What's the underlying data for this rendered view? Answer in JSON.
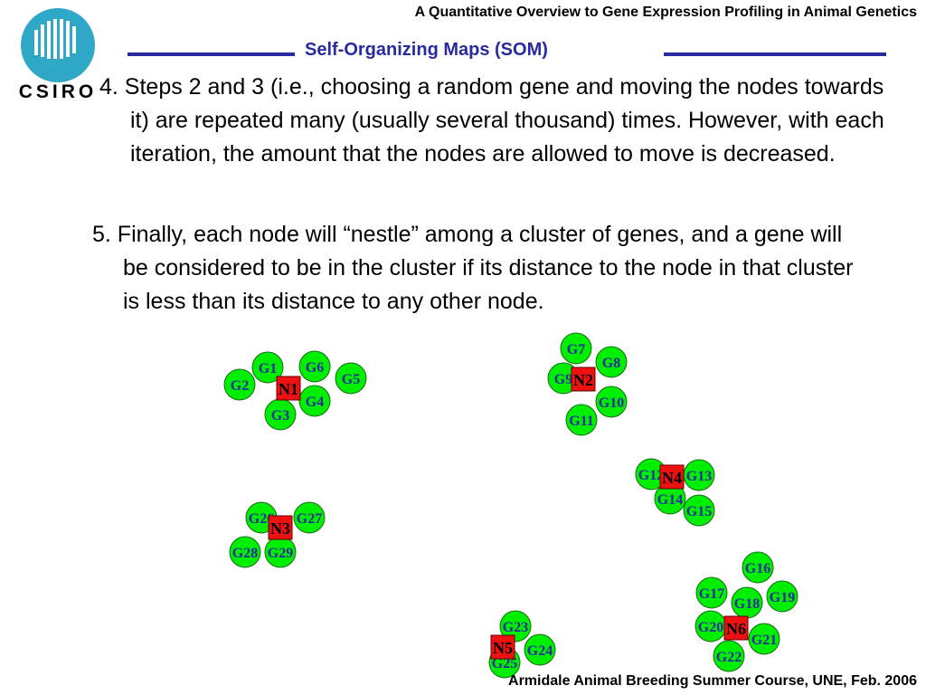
{
  "header": {
    "title": "A Quantitative Overview to Gene Expression Profiling in Animal Genetics"
  },
  "logo": {
    "text": "CSIRO"
  },
  "section": {
    "title": "Self-Organizing Maps (SOM)"
  },
  "paragraphs": [
    "4. Steps 2 and 3 (i.e., choosing a random gene and moving the nodes towards it) are repeated many (usually several thousand) times. However, with each iteration, the amount that the nodes are allowed to move is decreased.",
    "5. Finally, each node will “nestle” among a cluster of genes, and a gene will be considered to be in the cluster if its distance to the node in that cluster is less than its distance to any other node."
  ],
  "footer": {
    "text": "Armidale Animal Breeding Summer Course, UNE, Feb. 2006"
  },
  "colors": {
    "accent": "#2a2aa0",
    "gene_fill": "#00ee00",
    "node_fill": "#ee1111",
    "gene_text": "#2a2aa0"
  },
  "diagram": {
    "nodes": [
      {
        "label": "N1",
        "genes": [
          "G1",
          "G2",
          "G3",
          "G4",
          "G5",
          "G6"
        ]
      },
      {
        "label": "N2",
        "genes": [
          "G7",
          "G8",
          "G9",
          "G10",
          "G11"
        ]
      },
      {
        "label": "N3",
        "genes": [
          "G26",
          "G27",
          "G28",
          "G29"
        ]
      },
      {
        "label": "N4",
        "genes": [
          "G12",
          "G13",
          "G14",
          "G15"
        ]
      },
      {
        "label": "N5",
        "genes": [
          "G23",
          "G24",
          "G25"
        ]
      },
      {
        "label": "N6",
        "genes": [
          "G16",
          "G17",
          "G18",
          "G19",
          "G20",
          "G21",
          "G22"
        ]
      }
    ]
  }
}
